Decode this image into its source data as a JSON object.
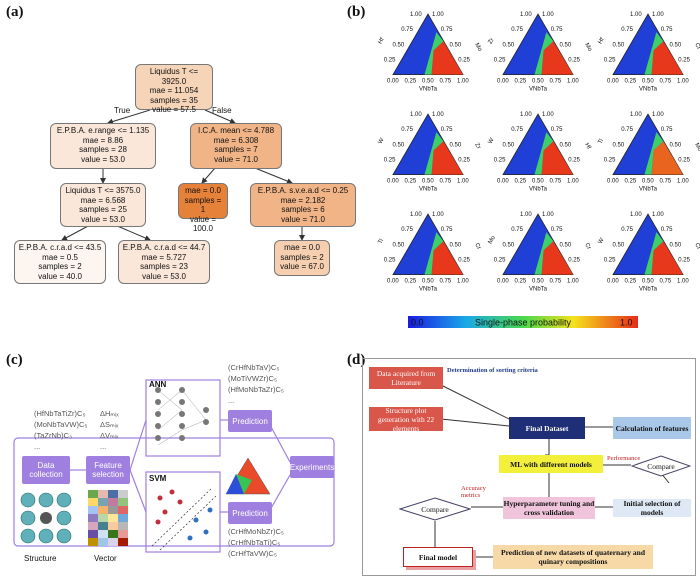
{
  "panels": {
    "a": "(a)",
    "b": "(b)",
    "c": "(c)",
    "d": "(d)"
  },
  "tree": {
    "root": [
      "Liquidus T <= 3925.0",
      "mae = 11.054",
      "samples = 35",
      "value = 57.5"
    ],
    "true_label": "True",
    "false_label": "False",
    "n1": [
      "E.P.B.A. e.range <= 1.135",
      "mae = 8.86",
      "samples = 28",
      "value = 53.0"
    ],
    "n2": [
      "I.C.A. mean <= 4.788",
      "mae = 6.308",
      "samples = 7",
      "value = 71.0"
    ],
    "n3": [
      "Liquidus T <= 3575.0",
      "mae = 6.568",
      "samples = 25",
      "value = 53.0"
    ],
    "n4": [
      "mae = 0.0",
      "samples = 1",
      "value = 100.0"
    ],
    "n5": [
      "E.P.B.A. s.v.e.a.d <= 0.25",
      "mae = 2.182",
      "samples = 6",
      "value = 71.0"
    ],
    "n6": [
      "E.P.B.A. c.r.a.d <= 43.5",
      "mae = 0.5",
      "samples = 2",
      "value = 40.0"
    ],
    "n7": [
      "E.P.B.A. c.r.a.d <= 44.7",
      "mae = 5.727",
      "samples = 23",
      "value = 53.0"
    ],
    "n8": [
      "mae = 0.0",
      "samples = 2",
      "value = 67.0"
    ]
  },
  "ternary": {
    "ticks_left": [
      "1.00",
      "0.75",
      "0.50",
      "0.25"
    ],
    "ticks_right": [
      "1.00",
      "0.75",
      "0.50",
      "0.25"
    ],
    "ticks_bottom": [
      "0.00",
      "0.25",
      "0.50",
      "0.75",
      "1.00"
    ],
    "bottom_label": "VNbTa",
    "plots": [
      {
        "left": "Hf",
        "right": "Mo"
      },
      {
        "left": "Zr",
        "right": "Mo"
      },
      {
        "left": "Hf",
        "right": "Cr"
      },
      {
        "left": "W",
        "right": "Zr"
      },
      {
        "left": "W",
        "right": "Hf"
      },
      {
        "left": "Ti",
        "right": "Mo"
      },
      {
        "left": "Ti",
        "right": "Cr"
      },
      {
        "left": "Mo",
        "right": "Cr"
      },
      {
        "left": "W",
        "right": "Cr"
      }
    ],
    "colorbar_min": "0.0",
    "colorbar_max": "1.0",
    "colorbar_label": "Single-phase probability",
    "colors": {
      "low": "#1f3fd6",
      "high": "#e8381c"
    }
  },
  "workflow": {
    "formulas_in": [
      "(HfNbTaTiZr)C₅",
      "(MoNbTaVW)C₅",
      "(TaZrNb)C₃",
      "..."
    ],
    "features": [
      "ΔHₘᵢₓ",
      "ΔSₘᵢₓ",
      "ΔVₘᵢₓ",
      "..."
    ],
    "data_collection": "Data collection",
    "feature_selection": "Feature selection",
    "ann": "ANN",
    "svm": "SVM",
    "prediction": "Prediction",
    "experiments": "Experiments",
    "formulas_ann": [
      "(CrHfNbTaV)C₅",
      "(MoTiVWZr)C₅",
      "(HfMoNbTaZr)C₅",
      "..."
    ],
    "formulas_svm": [
      "(CrHfMoNbZr)C₅",
      "(CrHfNbTaTi)C₅",
      "(CrHfTaVW)C₅",
      "..."
    ],
    "structure": "Structure",
    "vector": "Vector"
  },
  "flowchart": {
    "data_lit": "Data acquired from Literature",
    "sorting": "Determination of sorting criteria",
    "structure_gen": "Structure plot generation with 22 elements",
    "final_dataset": "Final Dataset",
    "calc_features": "Calculation of features",
    "ml_models": "ML with different models",
    "performance": "Performance",
    "compare1": "Compare",
    "accuracy": "Accuracy metrics",
    "hyper": "Hyperparameter tuning and cross validation",
    "initial_sel": "Initial selection of models",
    "compare2": "Compare",
    "final_model": "Final model",
    "prediction_new": "Prediction of new datasets of quaternary and quinary compositions"
  }
}
